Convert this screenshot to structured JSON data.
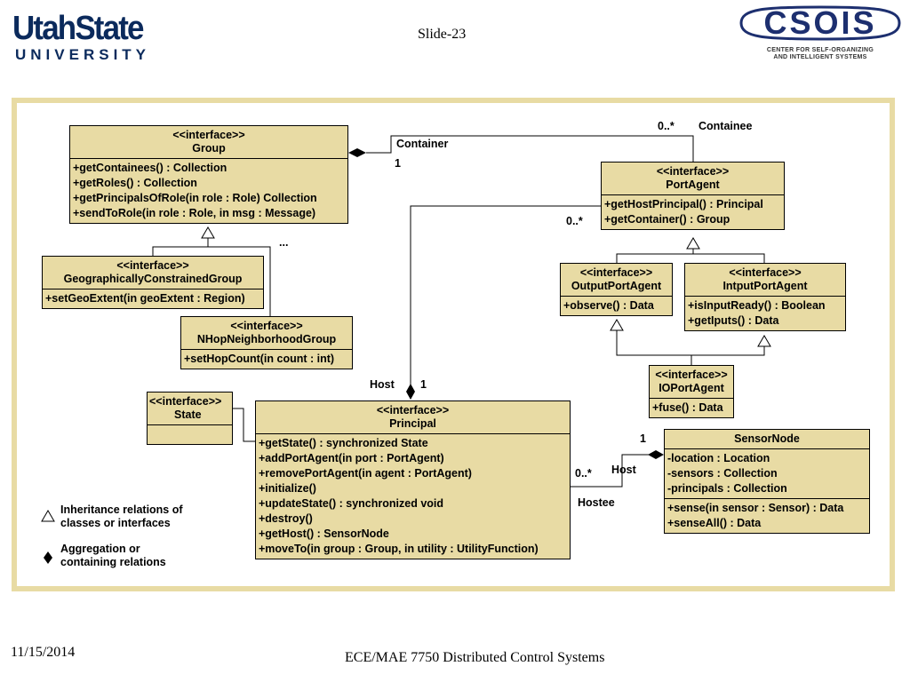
{
  "header": {
    "usu_logo_top": "UtahState",
    "usu_logo_bottom": "UNIVERSITY",
    "slide_title": "Slide-23",
    "csois_logo_text": "CSOIS",
    "csois_logo_sub_1": "CENTER FOR SELF-ORGANIZING",
    "csois_logo_sub_2": "AND INTELLIGENT SYSTEMS"
  },
  "diagram": {
    "classes": {
      "group": {
        "stereotype": "<<interface>>",
        "name": "Group",
        "methods": [
          "+getContainees() : Collection",
          "+getRoles() : Collection",
          "+getPrincipalsOfRole(in role : Role) Collection",
          "+sendToRole(in role : Role, in msg : Message)"
        ]
      },
      "port_agent": {
        "stereotype": "<<interface>>",
        "name": "PortAgent",
        "methods": [
          "+getHostPrincipal() : Principal",
          "+getContainer() : Group"
        ]
      },
      "geo_group": {
        "stereotype": "<<interface>>",
        "name": "GeographicallyConstrainedGroup",
        "methods": [
          "+setGeoExtent(in geoExtent : Region)"
        ]
      },
      "nhop_group": {
        "stereotype": "<<interface>>",
        "name": "NHopNeighborhoodGroup",
        "methods": [
          "+setHopCount(in count : int)"
        ]
      },
      "output_port_agent": {
        "stereotype": "<<interface>>",
        "name": "OutputPortAgent",
        "methods": [
          "+observe() : Data"
        ]
      },
      "input_port_agent": {
        "stereotype": "<<interface>>",
        "name": "IntputPortAgent",
        "methods": [
          "+isInputReady() : Boolean",
          "+getIputs() : Data"
        ]
      },
      "io_port_agent": {
        "stereotype": "<<interface>>",
        "name": "IOPortAgent",
        "methods": [
          "+fuse() : Data"
        ]
      },
      "state": {
        "stereotype": "<<interface>>",
        "name": "State"
      },
      "principal": {
        "stereotype": "<<interface>>",
        "name": "Principal",
        "methods": [
          "+getState() : synchronized State",
          "+addPortAgent(in port : PortAgent)",
          "+removePortAgent(in agent : PortAgent)",
          "+initialize()",
          "+updateState() : synchronized void",
          "+destroy()",
          "+getHost() : SensorNode",
          "+moveTo(in group : Group, in utility : UtilityFunction)"
        ]
      },
      "sensor_node": {
        "name": "SensorNode",
        "attributes": [
          "-location : Location",
          "-sensors : Collection",
          "-principals : Collection"
        ],
        "methods": [
          "+sense(in sensor : Sensor) : Data",
          "+senseAll() : Data"
        ]
      }
    },
    "labels": {
      "container": "Container",
      "container_mult": "1",
      "containee_mult": "0..*",
      "containee": "Containee",
      "portagent_mult": "0..*",
      "ellipsis": "...",
      "host_left": "Host",
      "host_left_mult": "1",
      "hostee_mult": "0..*",
      "host_right": "Host",
      "host_right_mult": "1",
      "hostee": "Hostee"
    },
    "legend": {
      "inheritance": "Inheritance relations of classes or interfaces",
      "aggregation": "Aggregation or containing relations"
    }
  },
  "footer": {
    "date": "11/15/2014",
    "course": "ECE/MAE 7750 Distributed Control Systems"
  }
}
